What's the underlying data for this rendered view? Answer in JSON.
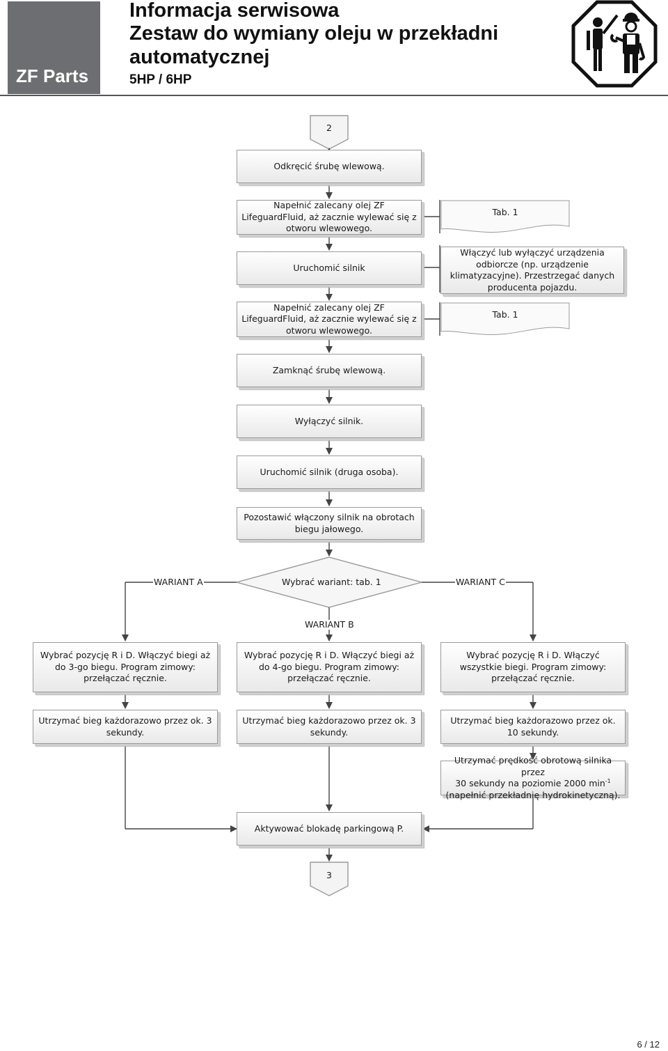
{
  "header": {
    "logo": "ZF Parts",
    "title": "Informacja serwisowa",
    "subtitle_line1": "Zestaw do wymiany oleju w przekładni",
    "subtitle_line2": "automatycznej",
    "model": "5HP / 6HP",
    "safety_icon": "mechanic-warning-sign-icon"
  },
  "flow": {
    "start_connector": "2",
    "end_connector": "3",
    "steps": {
      "unscrew_fill_plug": "Odkręcić śrubę wlewową.",
      "fill_oil_1": "Napełnić zalecany olej ZF LifeguardFluid, aż zacznie wylewać się z otworu wlewowego.",
      "start_engine": "Uruchomić silnik",
      "fill_oil_2": "Napełnić zalecany olej ZF LifeguardFluid, aż zacznie wylewać się z otworu wlewowego.",
      "close_fill_plug": "Zamknąć śrubę wlewową.",
      "stop_engine": "Wyłączyć silnik.",
      "start_engine_second_person": "Uruchomić silnik (druga osoba).",
      "leave_idle": "Pozostawić włączony silnik na obrotach biegu jałowego.",
      "decision": "Wybrać wariant: tab. 1",
      "variant_a_select": "Wybrać pozycję R i D. Włączyć biegi aż do 3-go biegu. Program zimowy: przełączać ręcznie.",
      "variant_b_select": "Wybrać pozycję R i D. Włączyć biegi aż do 4-go biegu. Program zimowy: przełączać ręcznie.",
      "variant_c_select": "Wybrać pozycję R i D. Włączyć wszystkie biegi. Program zimowy: przełączać ręcznie.",
      "variant_a_hold": "Utrzymać bieg każdorazowo przez ok. 3 sekundy.",
      "variant_b_hold": "Utrzymać bieg każdorazowo przez ok. 3 sekundy.",
      "variant_c_hold": "Utrzymać bieg każdorazowo przez ok. 10 sekundy.",
      "variant_c_rpm_line1": "Utrzymać prędkość obrotową silnika przez",
      "variant_c_rpm_line2a": "30 sekundy na poziomie 2000 min",
      "variant_c_rpm_sup": "-1",
      "variant_c_rpm_line3": "(napełnić przekładnię hydrokinetyczną).",
      "parking_lock": "Aktywować blokadę parkingową P."
    },
    "notes": {
      "tab_ref_1": "Tab. 1",
      "tab_ref_2": "Tab. 1",
      "climate_note": "Włączyć lub wyłączyć urządzenia odbiorcze (np. urządzenie klimatyzacyjne). Przestrzegać danych producenta pojazdu."
    },
    "branch_labels": {
      "a": "WARIANT A",
      "b": "WARIANT B",
      "c": "WARIANT C"
    }
  },
  "footer": {
    "page": "6 / 12"
  }
}
